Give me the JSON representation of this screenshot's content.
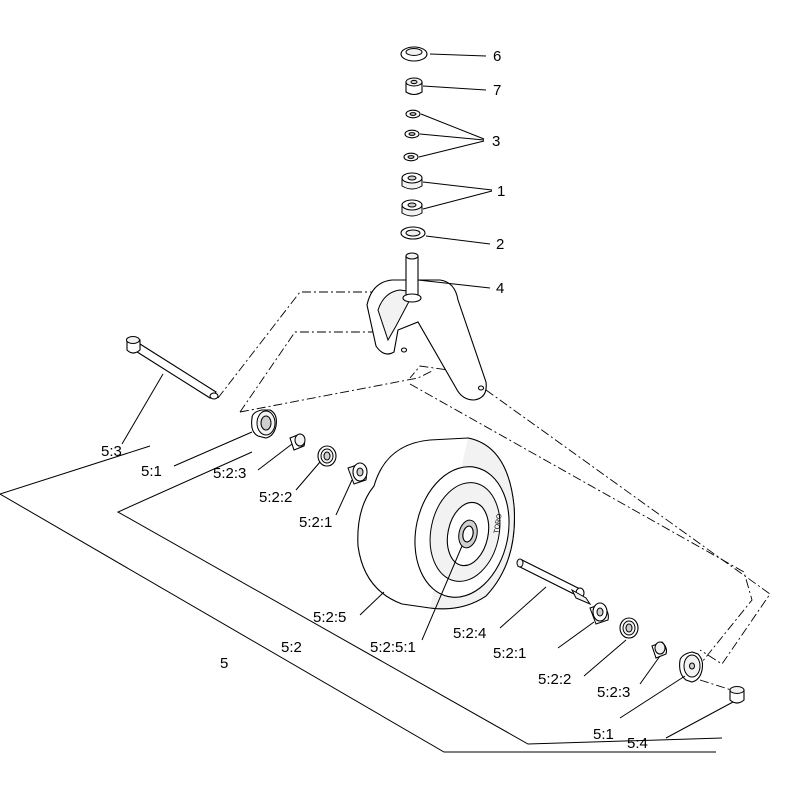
{
  "callouts": [
    {
      "id": "6",
      "text": "6"
    },
    {
      "id": "7",
      "text": "7"
    },
    {
      "id": "3",
      "text": "3"
    },
    {
      "id": "1",
      "text": "1"
    },
    {
      "id": "2",
      "text": "2"
    },
    {
      "id": "4",
      "text": "4"
    },
    {
      "id": "5_3",
      "text": "5:3"
    },
    {
      "id": "5_1_left",
      "text": "5:1"
    },
    {
      "id": "5_2_3_left",
      "text": "5:2:3"
    },
    {
      "id": "5_2_2_left",
      "text": "5:2:2"
    },
    {
      "id": "5_2_1_left",
      "text": "5:2:1"
    },
    {
      "id": "5_2_5",
      "text": "5:2:5"
    },
    {
      "id": "5_2",
      "text": "5:2"
    },
    {
      "id": "5",
      "text": "5"
    },
    {
      "id": "5_2_5_1",
      "text": "5:2:5:1"
    },
    {
      "id": "5_2_4",
      "text": "5:2:4"
    },
    {
      "id": "5_2_1_right",
      "text": "5:2:1"
    },
    {
      "id": "5_2_2_right",
      "text": "5:2:2"
    },
    {
      "id": "5_2_3_right",
      "text": "5:2:3"
    },
    {
      "id": "5_1_right",
      "text": "5:1"
    },
    {
      "id": "5_4",
      "text": "5:4"
    }
  ],
  "tire_brand": "TORO"
}
